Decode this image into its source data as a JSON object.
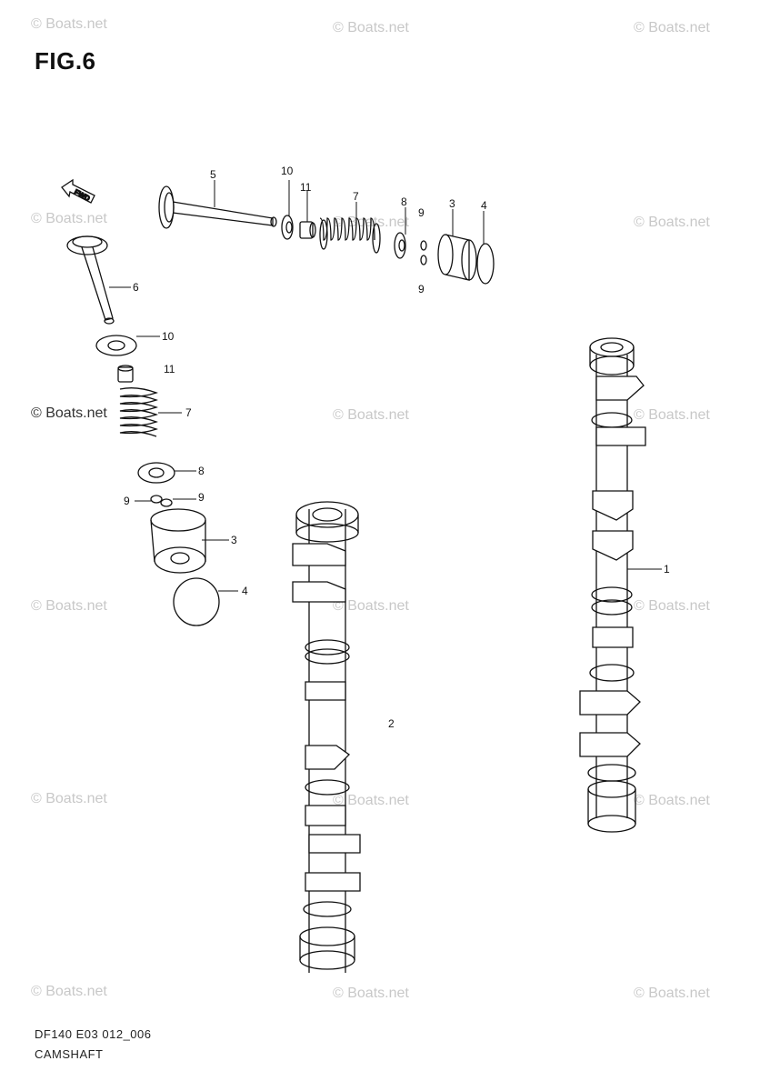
{
  "figure": {
    "title": "FIG.6"
  },
  "watermark": {
    "text": "© Boats.net"
  },
  "direction_arrow": {
    "label": "FWD"
  },
  "callouts": {
    "c1": "1",
    "c2": "2",
    "c3a": "3",
    "c3b": "3",
    "c4a": "4",
    "c4b": "4",
    "c5": "5",
    "c6": "6",
    "c7a": "7",
    "c7b": "7",
    "c8a": "8",
    "c8b": "8",
    "c9a": "9",
    "c9b": "9",
    "c9c": "9",
    "c9d": "9",
    "c10a": "10",
    "c10b": "10",
    "c11a": "11",
    "c11b": "11"
  },
  "footer": {
    "code": "DF140 E03 012_006",
    "caption": "CAMSHAFT"
  }
}
